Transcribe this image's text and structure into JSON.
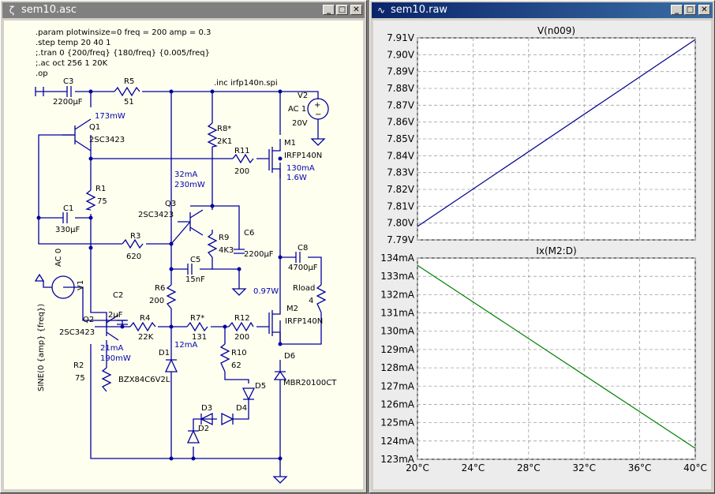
{
  "schematic_window": {
    "title": "sem10.asc",
    "directives": [
      ".param plotwinsize=0 freq = 200 amp = 0.3",
      ".step temp 20 40 1",
      ";.tran 0 {200/freq} {180/freq}  {0.005/freq}",
      ";.ac oct 256 1 20K",
      ".op"
    ],
    "include": ".inc irfp140n.spi",
    "components": {
      "C3": "C3",
      "C3v": "2200µF",
      "R5": "R5",
      "R5v": "51",
      "Q1": "Q1",
      "Q1m": "2SC3423",
      "Q1p": "173mW",
      "R8": "R8*",
      "R8v": "2K1",
      "R11": "R11",
      "R11v": "200",
      "M1": "M1",
      "M1m": "IRFP140N",
      "M1i": "130mA",
      "M1p": "1.6W",
      "V2": "V2",
      "V2ac": "AC 1",
      "V2v": "20V",
      "R1": "R1",
      "R1v": "75",
      "Q3": "Q3",
      "Q3m": "2SC3423",
      "Q3i": "32mA",
      "Q3p": "230mW",
      "C1": "C1",
      "C1v": "330µF",
      "R3": "R3",
      "R3v": "620",
      "R9": "R9",
      "R9v": "4K3",
      "C6": "C6",
      "C6v": "2200µF",
      "C5": "C5",
      "C5v": "15nF",
      "C8": "C8",
      "C8v": "4700µF",
      "V1": "V1",
      "V1ac": "AC 0",
      "V1src": "SINE(0 {amp} {freq})",
      "R6": "R6",
      "R6v": "200",
      "Rload": "Rload",
      "Rloadv": "4",
      "M2": "M2",
      "M2m": "IRFP140N",
      "M2p": "0.97W",
      "C2": "C2",
      "C2v": "2µF",
      "Q2": "Q2",
      "Q2m": "2SC3423",
      "Q2i": "21mA",
      "Q2p": "190mW",
      "R4": "R4",
      "R4v": "22K",
      "R7": "R7*",
      "R7v": "131",
      "R12": "R12",
      "R12v": "200",
      "D1": "D1",
      "D1m": "BZX84C6V2L",
      "D1i": "12mA",
      "R10": "R10",
      "R10v": "62",
      "D6": "D6",
      "D6m": "MBR20100CT",
      "R2": "R2",
      "R2v": "75",
      "D5": "D5",
      "D3": "D3",
      "D4": "D4",
      "D2": "D2"
    }
  },
  "plot_window": {
    "title": "sem10.raw",
    "colors": {
      "trace1": "#00008b",
      "trace2": "#008000",
      "grid": "#a0a0a0"
    }
  },
  "chart_data": [
    {
      "type": "line",
      "title": "V(n009)",
      "x": [
        20,
        40
      ],
      "series": [
        {
          "name": "V(n009)",
          "values": [
            7.798,
            7.909
          ]
        }
      ],
      "xlim": [
        20,
        40
      ],
      "ylim": [
        7.79,
        7.91
      ],
      "yticks": [
        "7.79V",
        "7.80V",
        "7.81V",
        "7.82V",
        "7.83V",
        "7.84V",
        "7.85V",
        "7.86V",
        "7.87V",
        "7.88V",
        "7.89V",
        "7.90V",
        "7.91V"
      ],
      "ytick_values": [
        7.79,
        7.8,
        7.81,
        7.82,
        7.83,
        7.84,
        7.85,
        7.86,
        7.87,
        7.88,
        7.89,
        7.9,
        7.91
      ],
      "grid": true
    },
    {
      "type": "line",
      "title": "Ix(M2:D)",
      "x": [
        20,
        40
      ],
      "series": [
        {
          "name": "Ix(M2:D)",
          "values": [
            133.6,
            123.6
          ]
        }
      ],
      "xlim": [
        20,
        40
      ],
      "ylim": [
        123,
        134
      ],
      "yticks": [
        "123mA",
        "124mA",
        "125mA",
        "126mA",
        "127mA",
        "128mA",
        "129mA",
        "130mA",
        "131mA",
        "132mA",
        "133mA",
        "134mA"
      ],
      "ytick_values": [
        123,
        124,
        125,
        126,
        127,
        128,
        129,
        130,
        131,
        132,
        133,
        134
      ],
      "xticks": [
        "20°C",
        "24°C",
        "28°C",
        "32°C",
        "36°C",
        "40°C"
      ],
      "xtick_values": [
        20,
        24,
        28,
        32,
        36,
        40
      ],
      "grid": true
    }
  ]
}
